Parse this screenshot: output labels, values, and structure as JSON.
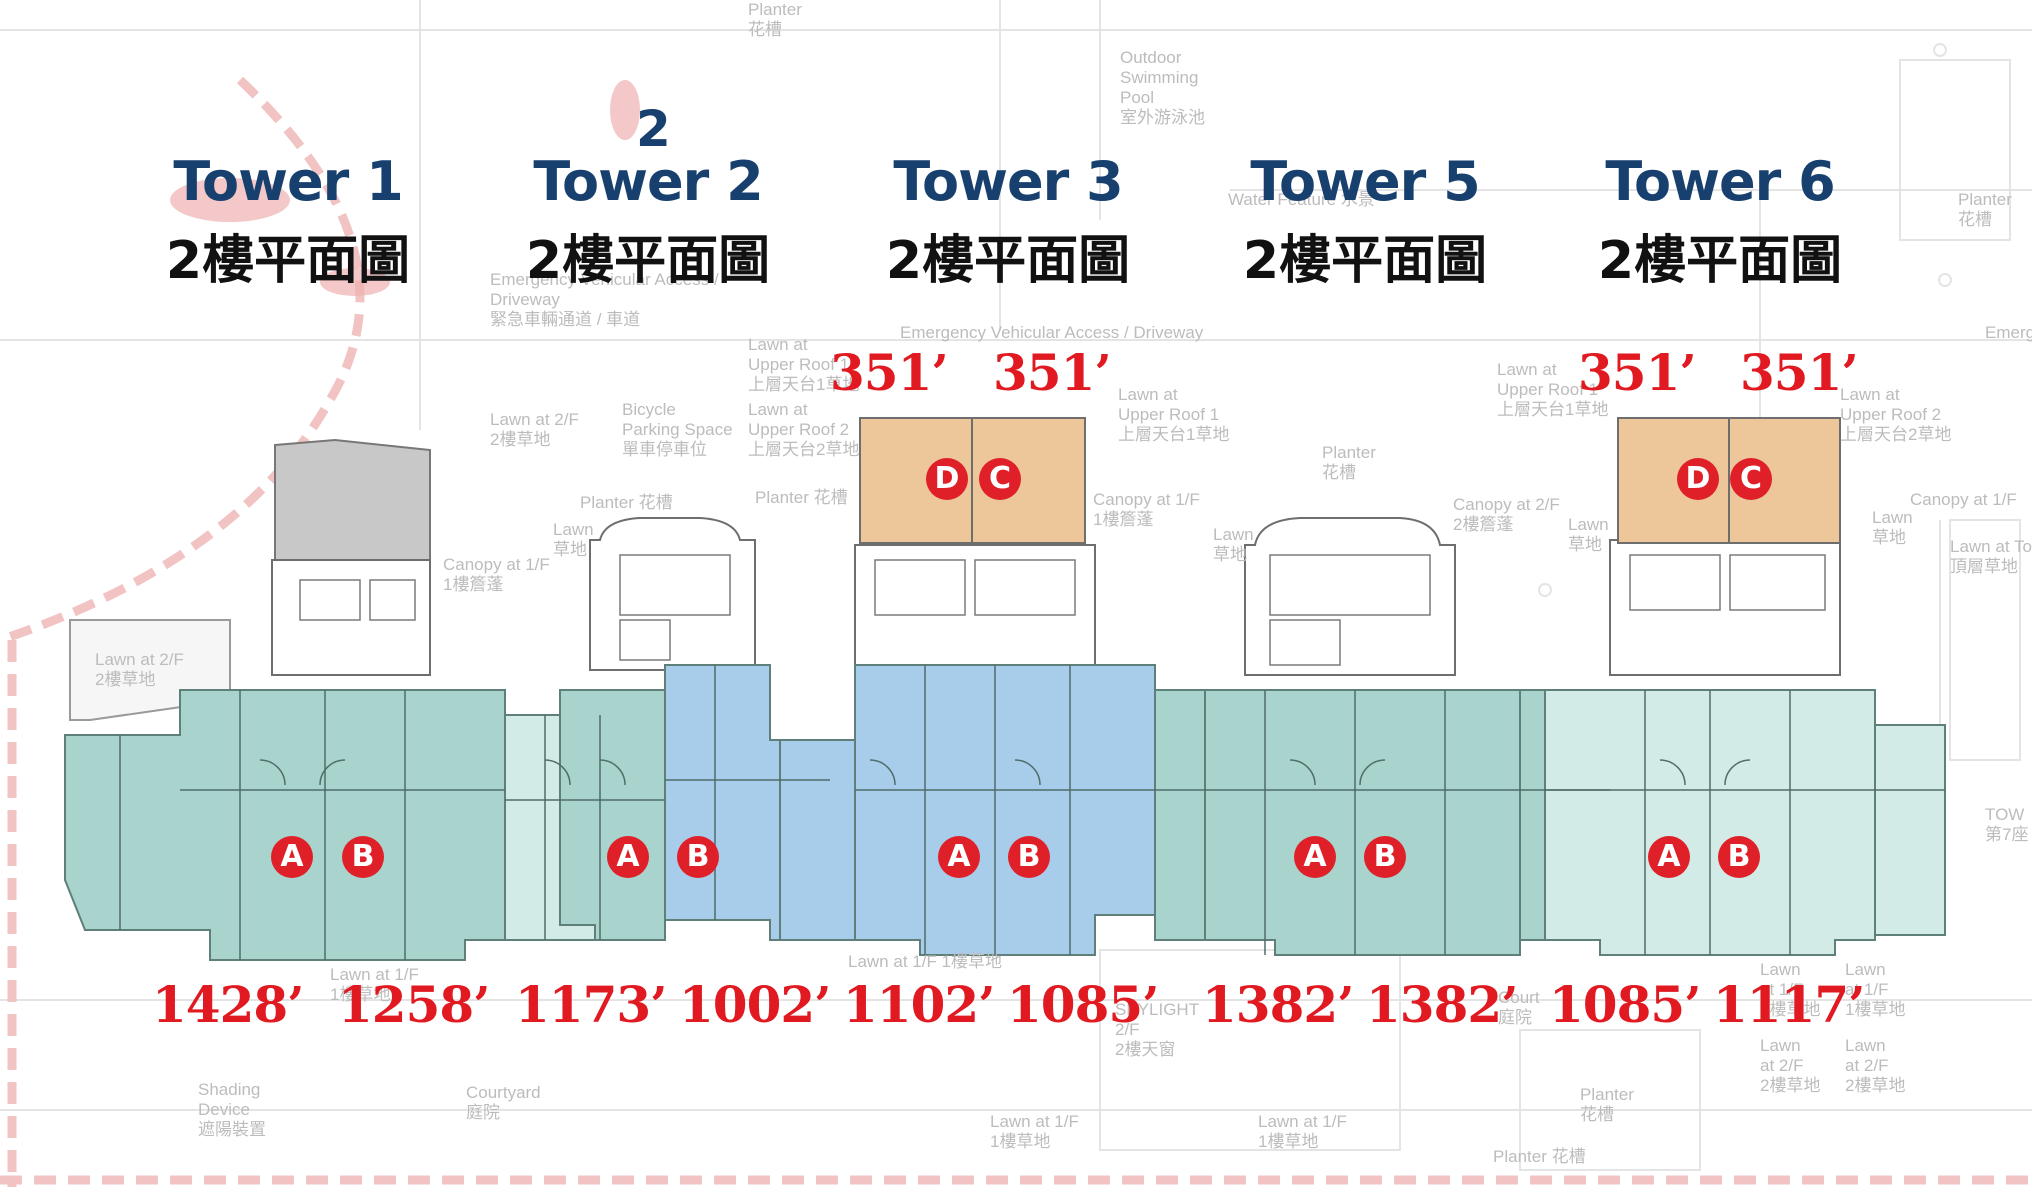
{
  "towers": [
    {
      "name": "Tower 1",
      "floor_label": "2樓平面圖"
    },
    {
      "name": "Tower 2",
      "floor_label": "2樓平面圖"
    },
    {
      "name": "Tower 3",
      "floor_label": "2樓平面圖"
    },
    {
      "name": "Tower 5",
      "floor_label": "2樓平面圖"
    },
    {
      "name": "Tower 6",
      "floor_label": "2樓平面圖"
    }
  ],
  "stray_label": "2",
  "areas_bottom": [
    "1428’",
    "1258’",
    "1173’",
    "1002’",
    "1102’",
    "1085’",
    "1382’",
    "1382’",
    "1085’",
    "1117’"
  ],
  "areas_top": [
    "351’",
    "351’",
    "351’",
    "351’"
  ],
  "unit_letters": {
    "A": "A",
    "B": "B",
    "C": "C",
    "D": "D"
  },
  "background_labels": {
    "pool": "Outdoor\nSwimming\nPool\n室外游泳池",
    "planter_top": "Planter\n花槽",
    "water_feature": "Water Feature 水景",
    "planter_right": "Planter\n花槽",
    "emergency_left": "Emergency Vehicular Access /\nDriveway\n緊急車輛通道 / 車道",
    "emergency_mid": "Emergency Vehicular Access / Driveway",
    "emergency_right": "Emerg",
    "lawn_upper_roof_1": "Lawn at\nUpper Roof 1\n上層天台1草地",
    "lawn_upper_roof_2": "Lawn at\nUpper Roof 2\n上層天台2草地",
    "lawn_upper_roof_1b": "Lawn at\nUpper Roof 1\n上層天台1草地",
    "lawn_upper_roof_2b": "Lawn at\nUpper Roof 2\n上層天台2草地",
    "lawn_2f": "Lawn at 2/F\n2樓草地",
    "bicycle": "Bicycle\nParking Space\n單車停車位",
    "planter_mid": "Planter 花槽",
    "planter_mid2": "Planter 花槽",
    "planter_c": "Planter\n花槽",
    "canopy_1": "Canopy at 1/F\n1樓簷蓬",
    "canopy_2": "Canopy at 1/F\n1樓簷蓬",
    "canopy_3": "Canopy at 2/F\n2樓簷蓬",
    "canopy_4": "Canopy at 1/F",
    "lawn_a": "Lawn\n草地",
    "lawn_b": "Lawn\n草地",
    "lawn_c": "Lawn\n草地",
    "lawn_d": "Lawn\n草地",
    "lawn_top_right": "Lawn at To\n頂層草地",
    "tower7": "TOW\n第7座",
    "lawn_1f_left": "Lawn at 1/F\n1樓草地",
    "lawn_1f_mid": "Lawn at 1/F   1樓草地",
    "shading": "Shading\nDevice\n遮陽裝置",
    "courtyard_left": "Courtyard\n庭院",
    "courtyard_right": "Court\n庭院",
    "skylight": "SKYLIGHT\n2/F\n2樓天窗",
    "lawn_1f_b1": "Lawn at 1/F\n1樓草地",
    "lawn_1f_b2": "Lawn at 1/F\n1樓草地",
    "planter_br": "Planter\n花槽",
    "planter_bottom": "Planter 花槽",
    "lawn_br1": "Lawn\nat 1/F\n1樓草地",
    "lawn_br2": "Lawn\nat 1/F\n1樓草地",
    "lawn_br3": "Lawn\nat 2/F\n2樓草地",
    "lawn_br4": "Lawn\nat 2/F\n2樓草地",
    "lawn_2f_left": "Lawn at 2/F\n2樓草地"
  },
  "colors": {
    "teal_unit": "#a9d3cd",
    "light_teal_unit": "#d3ebe6",
    "blue_unit": "#a8cdea",
    "tan_unit": "#edc79a",
    "core": "#ffffff",
    "grey_roof": "#c8c8c8",
    "area_red": "#e11a22",
    "tower_blue": "#17406e",
    "badge_red": "#e02029",
    "site_boundary": "#f4c6c6"
  }
}
